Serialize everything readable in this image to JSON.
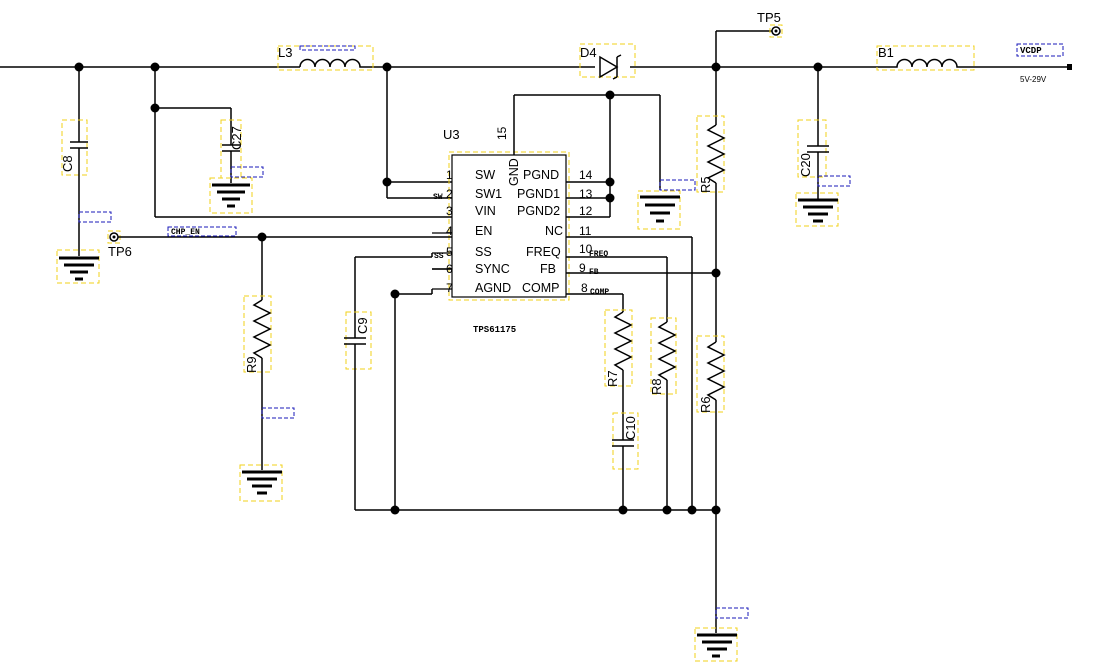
{
  "chip": {
    "ref": "U3",
    "part": "TPS61175",
    "gnd_pin": {
      "num": "15",
      "name": "GND"
    },
    "left_pins": [
      {
        "num": "1",
        "name": "SW"
      },
      {
        "num": "2",
        "name": "SW1"
      },
      {
        "num": "3",
        "name": "VIN"
      },
      {
        "num": "4",
        "name": "EN"
      },
      {
        "num": "5",
        "name": "SS"
      },
      {
        "num": "6",
        "name": "SYNC"
      },
      {
        "num": "7",
        "name": "AGND"
      }
    ],
    "right_pins": [
      {
        "num": "14",
        "name": "PGND"
      },
      {
        "num": "13",
        "name": "PGND1"
      },
      {
        "num": "12",
        "name": "PGND2"
      },
      {
        "num": "11",
        "name": "NC"
      },
      {
        "num": "10",
        "name": "FREQ"
      },
      {
        "num": "9",
        "name": "FB"
      },
      {
        "num": "8",
        "name": "COMP"
      }
    ]
  },
  "components": {
    "L3": "L3",
    "D4": "D4",
    "B1": "B1",
    "C8": "C8",
    "C27": "C27",
    "C20": "C20",
    "C9": "C9",
    "C10": "C10",
    "R5": "R5",
    "R6": "R6",
    "R7": "R7",
    "R8": "R8",
    "R9": "R9",
    "TP5": "TP5",
    "TP6": "TP6"
  },
  "nets": {
    "sw": "SW",
    "ss": "SS",
    "freq": "FREQ",
    "fb": "FB",
    "comp": "COMP",
    "chip_en": "CHP_EN",
    "vcdp": "VCDP",
    "vout_range": "5V-29V"
  }
}
